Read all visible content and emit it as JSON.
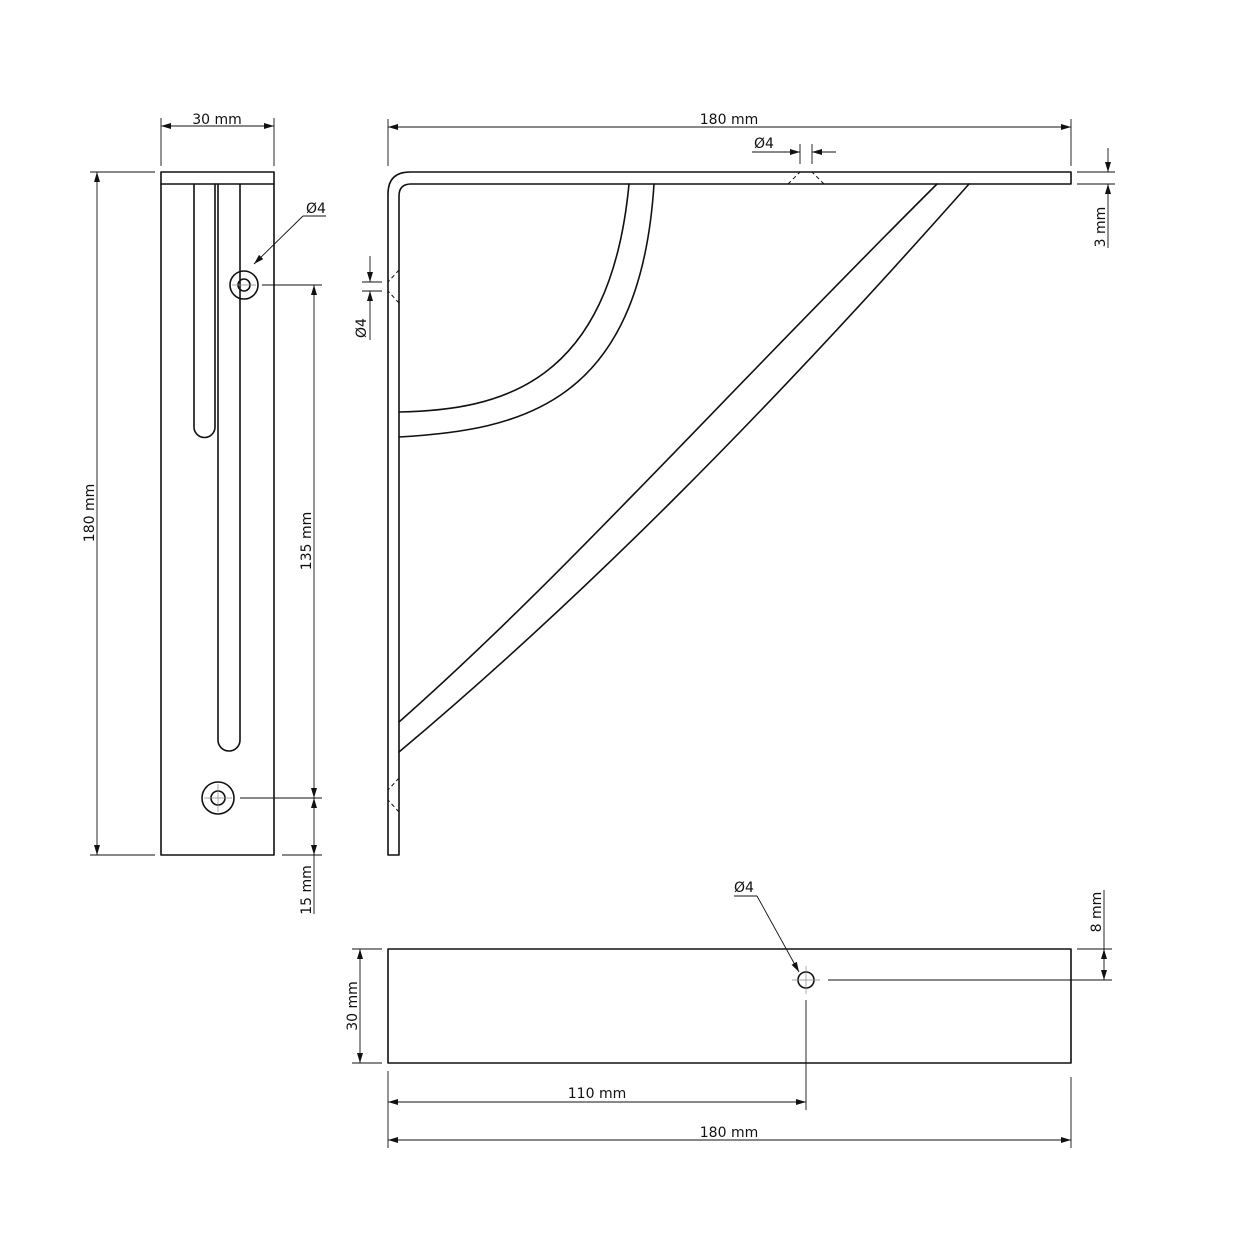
{
  "side_view": {
    "width_label": "30 mm",
    "height_label": "180 mm",
    "hole_spacing_label": "135 mm",
    "bottom_offset_label": "15 mm",
    "hole_label": "Ø4"
  },
  "front_view": {
    "length_label": "180 mm",
    "hole_label_top": "Ø4",
    "thickness_label": "3 mm",
    "hole_label_side": "Ø4"
  },
  "top_view": {
    "hole_label": "Ø4",
    "hole_edge_offset_label": "8 mm",
    "width_label": "30 mm",
    "hole_position_label": "110 mm",
    "length_label": "180 mm"
  }
}
